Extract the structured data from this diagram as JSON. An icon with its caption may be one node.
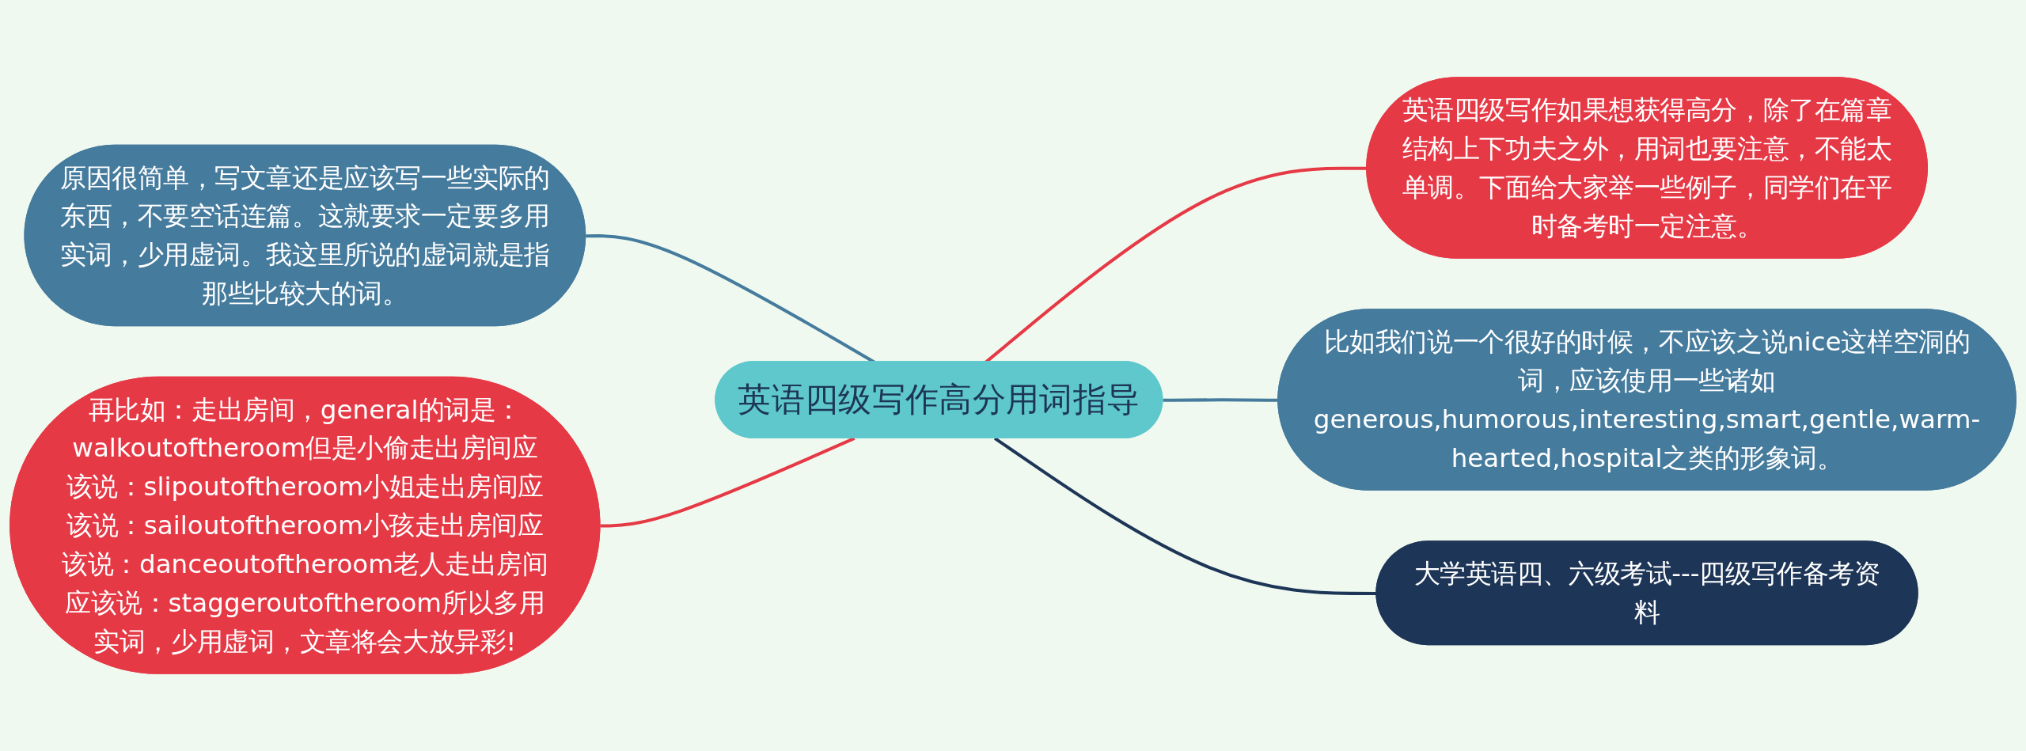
{
  "diagram": {
    "nodes": [
      {
        "text": [
          "英语四级写作高分用词指导"
        ]
      },
      {
        "text": [
          "原因很简单，写文章还是应该写一些实际的东西，不要空话连篇。这就要求一定要多用实词，少用虚词。我这里所说的虚词就是指那些比较大的词。"
        ]
      },
      {
        "text": [
          "再比如：走出房间，general的词是：walkoutoftheroom但是小偷走出房间应该说：slipoutoftheroom小姐走出房间应该说：sailoutoftheroom小孩走出房间应该说：danceoutoftheroom老人走出房间应该说：staggeroutoftheroom所以多用实词，少用虚词，文章将会大放异彩!"
        ]
      },
      {
        "text": [
          "英语四级写作如果想获得高分，除了在篇章结构上下功夫之外，用词也要注意，不能太单调。下面给大家举一些例子，同学们在平时备考时一定注意。"
        ]
      },
      {
        "text": [
          "比如我们说一个很好的时候，不应该之说nice这样空洞的词，应该使用一些诸如generous,humorous,interesting,smart,gentle,warm-hearted,hospital之类的形象词。"
        ]
      },
      {
        "text": [
          "大学英语四、六级考试---四级写作备考资料"
        ]
      }
    ],
    "edges": [
      {
        "from": 1,
        "to": 0,
        "arrow": "none",
        "color": "#457b9d"
      },
      {
        "from": 2,
        "to": 0,
        "arrow": "none",
        "color": "#e63946"
      },
      {
        "from": 0,
        "to": 3,
        "arrow": "none",
        "color": "#e63946"
      },
      {
        "from": 0,
        "to": 4,
        "arrow": "none",
        "color": "#457b9d"
      },
      {
        "from": 0,
        "to": 5,
        "arrow": "none",
        "color": "#1d3557"
      }
    ]
  }
}
